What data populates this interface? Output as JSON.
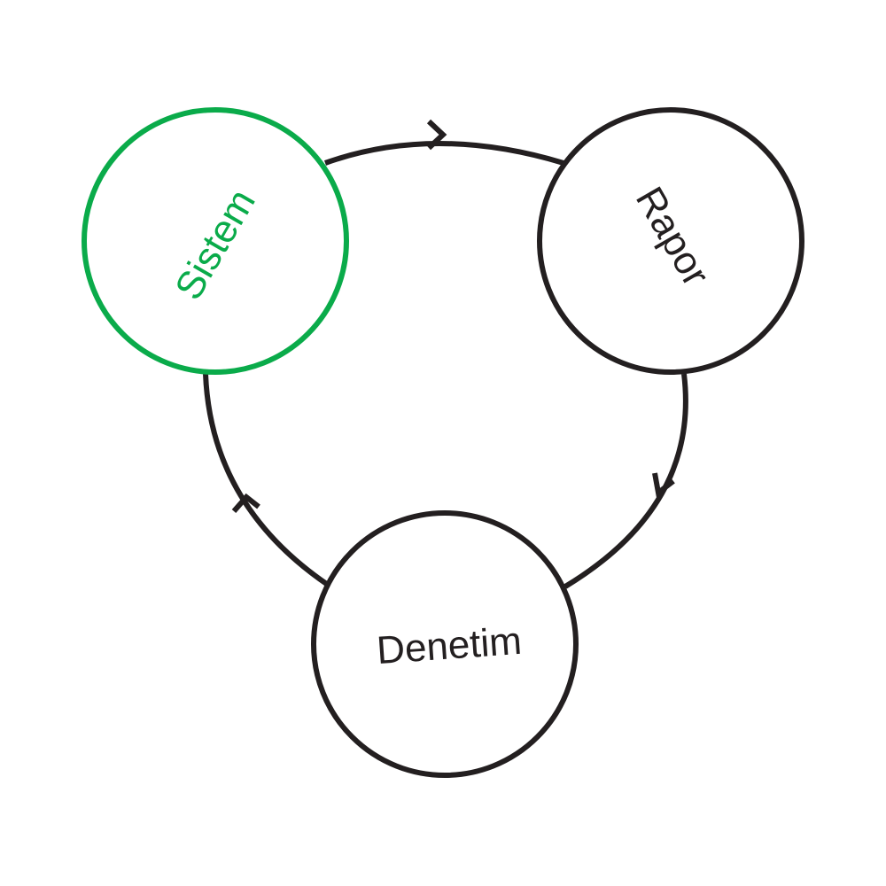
{
  "colors": {
    "highlight": "#0aab4a",
    "default": "#231f20",
    "background": "#ffffff"
  },
  "cycle": {
    "nodes": [
      {
        "id": "sistem",
        "label": "Sistem",
        "highlighted": true
      },
      {
        "id": "rapor",
        "label": "Rapor",
        "highlighted": false
      },
      {
        "id": "denetim",
        "label": "Denetim",
        "highlighted": false
      }
    ],
    "flow": [
      {
        "from": "sistem",
        "to": "rapor"
      },
      {
        "from": "rapor",
        "to": "denetim"
      },
      {
        "from": "denetim",
        "to": "sistem"
      }
    ]
  }
}
